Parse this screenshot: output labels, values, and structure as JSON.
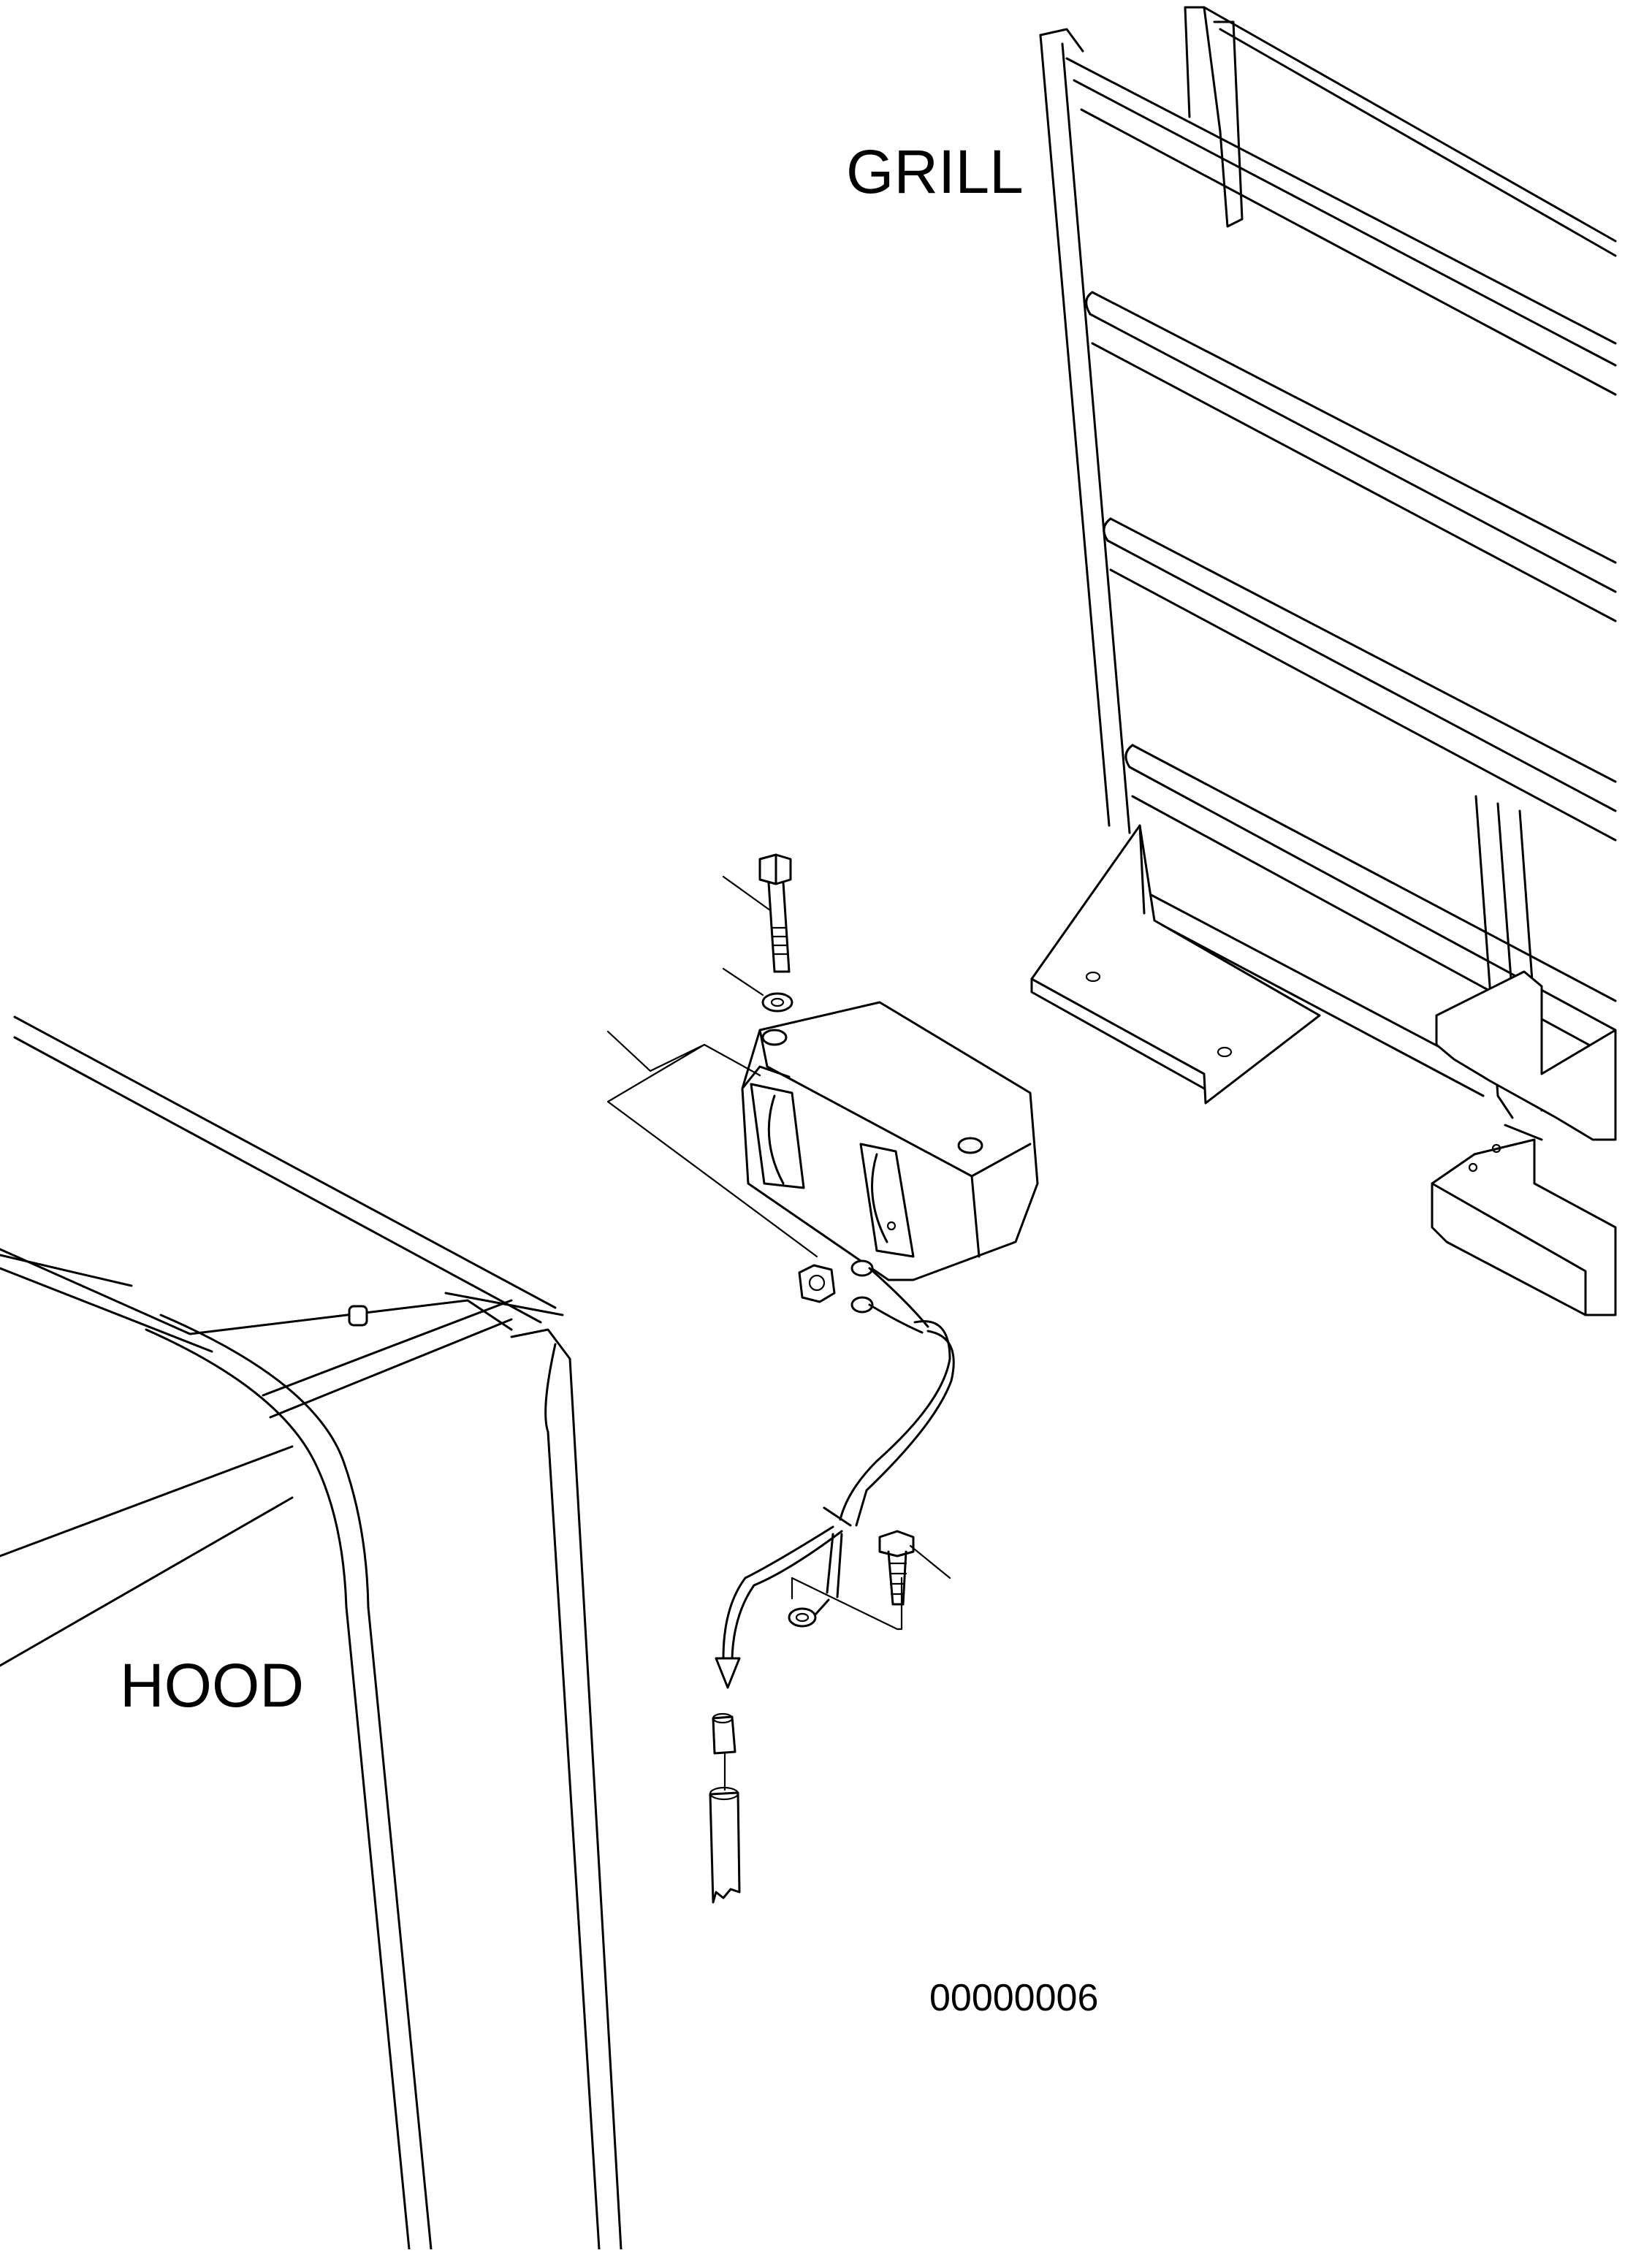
{
  "labels": {
    "grill": "GRILL",
    "hood": "HOOD",
    "figure_id": "00000006"
  },
  "colors": {
    "line": "#000000",
    "background": "#ffffff"
  }
}
